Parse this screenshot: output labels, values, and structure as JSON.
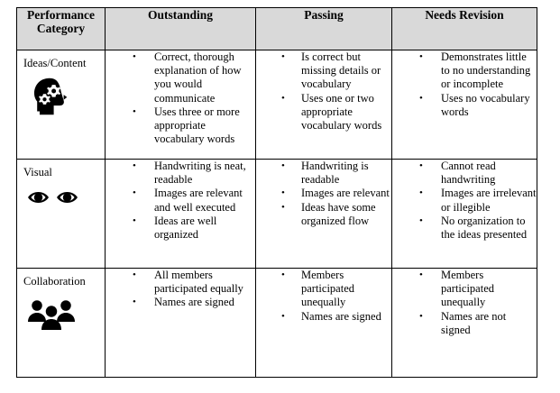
{
  "document": {
    "type": "rubric-table",
    "header_background": "#d9d9d9",
    "text_color": "#000000",
    "border_color": "#000000"
  },
  "table": {
    "columns": [
      {
        "key": "category",
        "label": "Performance Category",
        "icon": "none"
      },
      {
        "key": "outstanding",
        "label": "Outstanding",
        "icon": "none"
      },
      {
        "key": "passing",
        "label": "Passing",
        "icon": "none"
      },
      {
        "key": "needs_revision",
        "label": "Needs Revision",
        "icon": "none"
      }
    ],
    "rows": [
      {
        "category": "Ideas/Content",
        "icon": "head-with-gears-icon",
        "outstanding": [
          "Correct, thorough explanation of how you would communicate",
          "Uses three or more appropriate vocabulary words"
        ],
        "passing": [
          "Is correct but missing details or vocabulary",
          "Uses one or two appropriate vocabulary words"
        ],
        "needs_revision": [
          "Demonstrates little to no understanding or incomplete",
          "Uses no vocabulary words"
        ]
      },
      {
        "category": "Visual",
        "icon": "two-eyes-icon",
        "outstanding": [
          "Handwriting is neat, readable",
          "Images are relevant and well executed",
          "Ideas are well organized"
        ],
        "passing": [
          "Handwriting is readable",
          "Images are relevant",
          "Ideas have some organized flow"
        ],
        "needs_revision": [
          "Cannot read handwriting",
          "Images are irrelevant or illegible",
          "No organization to the ideas presented"
        ]
      },
      {
        "category": "Collaboration",
        "icon": "group-of-people-icon",
        "outstanding": [
          "All members participated equally",
          "Names are signed"
        ],
        "passing": [
          "Members participated unequally",
          "Names are signed"
        ],
        "needs_revision": [
          "Members participated unequally",
          "Names are not signed"
        ]
      }
    ],
    "bullet_glyph": "•"
  }
}
